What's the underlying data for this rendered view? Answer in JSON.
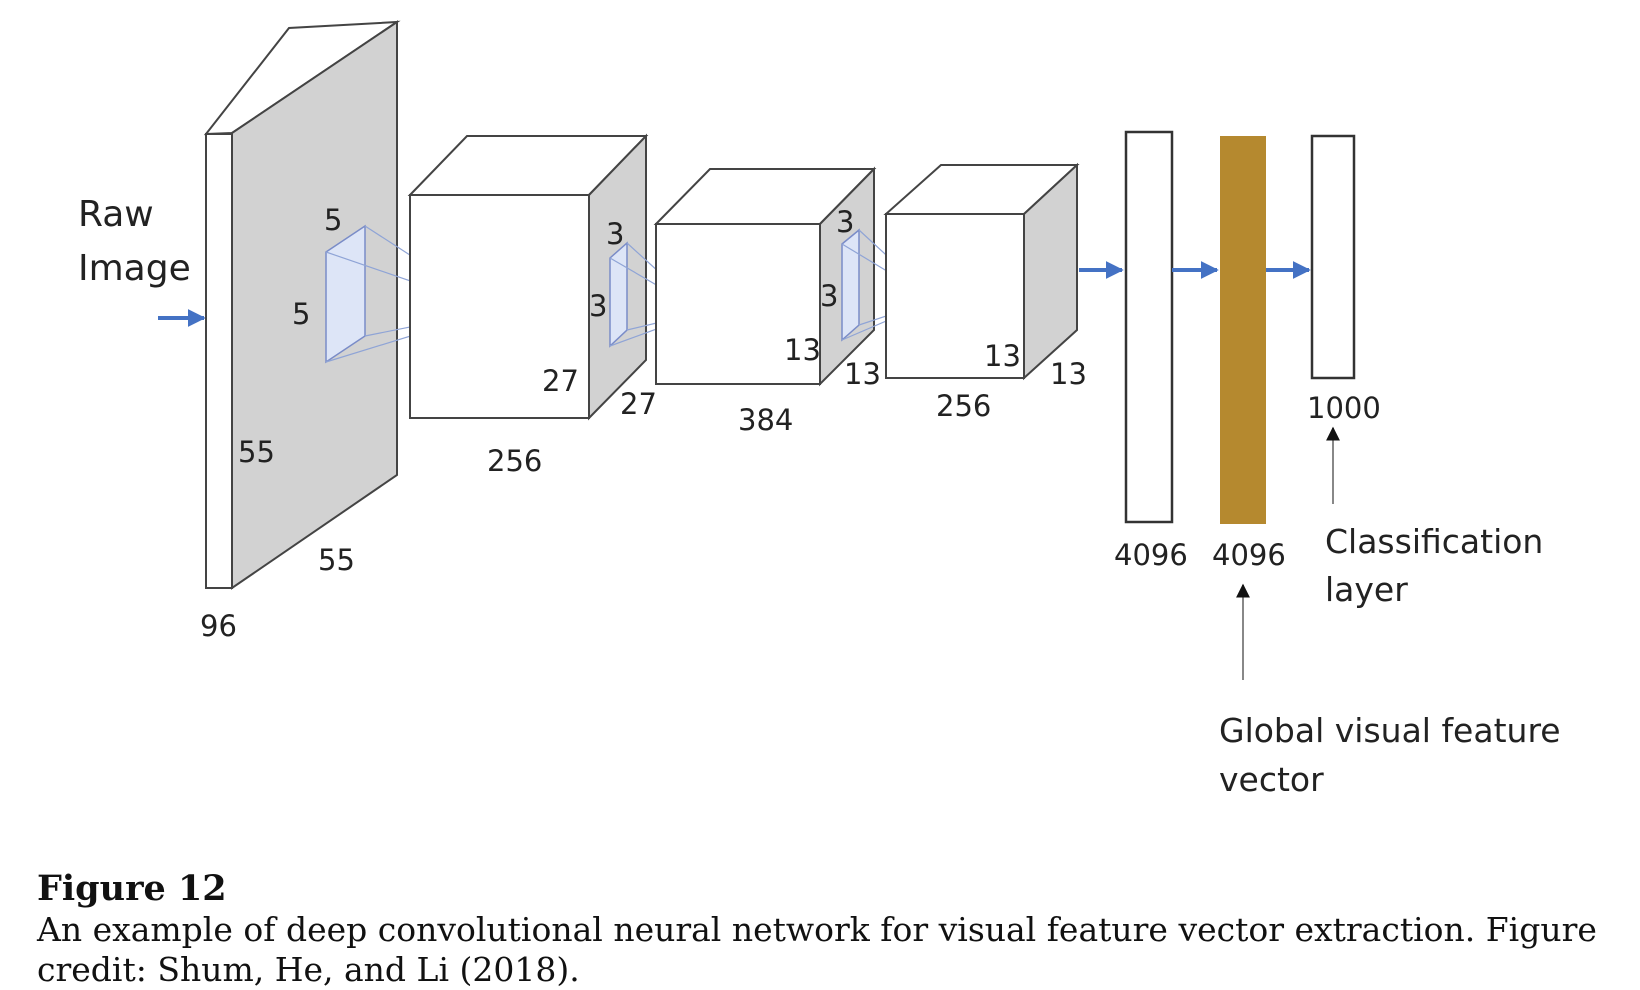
{
  "colors": {
    "arrow": "#4472c4",
    "feature_vector": "#b5892f",
    "layer_shade": "#d2d2d2",
    "kernel_fill": "#dde5f7"
  },
  "input_label": [
    "Raw",
    "Image"
  ],
  "layers": {
    "input": {
      "depth": "96",
      "height": "55",
      "width": "55",
      "kernel_h": "5",
      "kernel_w": "5"
    },
    "conv2": {
      "depth": "256",
      "height": "27",
      "width": "27",
      "kernel_h": "3",
      "kernel_w": "3"
    },
    "conv3": {
      "depth": "384",
      "height": "13",
      "width": "13",
      "kernel_h": "3",
      "kernel_w": "3"
    },
    "conv4": {
      "depth": "256",
      "height": "13",
      "width": "13"
    },
    "fc1": {
      "size": "4096"
    },
    "fc2": {
      "size": "4096"
    },
    "fc3": {
      "size": "1000"
    }
  },
  "annotations": {
    "classification": [
      "Classification",
      "layer"
    ],
    "feature_vector": [
      "Global visual feature",
      "vector"
    ]
  },
  "caption": {
    "title": "Figure 12",
    "text": "An example of deep convolutional neural network for visual feature vector extraction. Figure credit: Shum, He, and Li (2018)."
  }
}
